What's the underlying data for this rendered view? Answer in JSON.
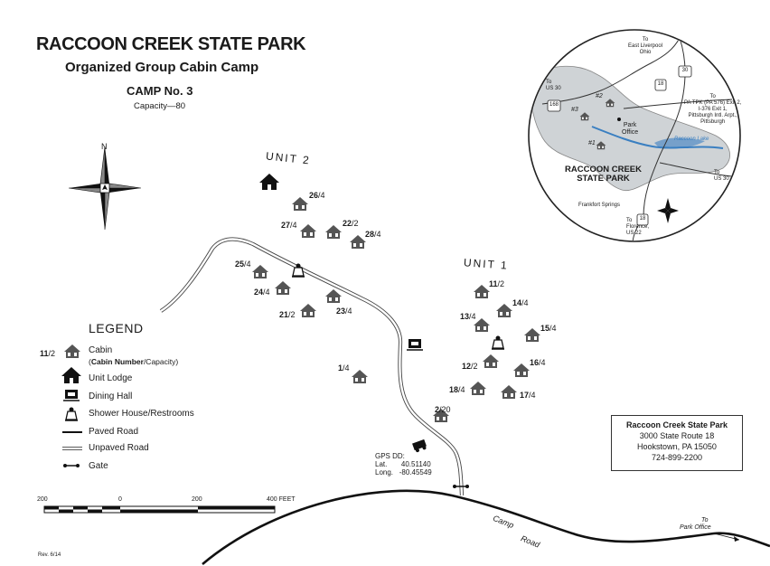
{
  "header": {
    "title": "RACCOON CREEK STATE PARK",
    "subtitle": "Organized Group Cabin Camp",
    "camp": "CAMP No. 3",
    "capacity": "Capacity—80"
  },
  "compass_north": "N",
  "units": {
    "unit2": "UNIT 2",
    "unit1": "UNIT 1"
  },
  "cabins": [
    {
      "num": "26",
      "cap": "4"
    },
    {
      "num": "27",
      "cap": "4"
    },
    {
      "num": "22",
      "cap": "2"
    },
    {
      "num": "28",
      "cap": "4"
    },
    {
      "num": "25",
      "cap": "4"
    },
    {
      "num": "24",
      "cap": "4"
    },
    {
      "num": "21",
      "cap": "2"
    },
    {
      "num": "23",
      "cap": "4"
    },
    {
      "num": "1",
      "cap": "4"
    },
    {
      "num": "11",
      "cap": "2"
    },
    {
      "num": "14",
      "cap": "4"
    },
    {
      "num": "13",
      "cap": "4"
    },
    {
      "num": "15",
      "cap": "4"
    },
    {
      "num": "12",
      "cap": "2"
    },
    {
      "num": "16",
      "cap": "4"
    },
    {
      "num": "18",
      "cap": "4"
    },
    {
      "num": "17",
      "cap": "4"
    },
    {
      "num": "2",
      "cap": "20"
    }
  ],
  "legend": {
    "title": "LEGEND",
    "example_num": "11",
    "example_cap": "2",
    "cabin": "Cabin",
    "cabin_note_bold": "Cabin Number",
    "cabin_note_rest": "/Capacity)",
    "lodge": "Unit Lodge",
    "dining": "Dining Hall",
    "shower": "Shower House/Restrooms",
    "paved": "Paved Road",
    "unpaved": "Unpaved Road",
    "gate": "Gate"
  },
  "gps": {
    "label": "GPS DD:",
    "lat_label": "Lat.",
    "lat": "40.51140",
    "long_label": "Long.",
    "long": "-80.45549"
  },
  "address": {
    "name": "Raccoon Creek State Park",
    "street": "3000 State Route 18",
    "city": "Hookstown, PA 15050",
    "phone": "724-899-2200"
  },
  "scale": {
    "t200a": "200",
    "t0": "0",
    "t200b": "200",
    "t400": "400 FEET"
  },
  "roads": {
    "camp": "Camp",
    "road": "Road",
    "to": "To",
    "park_office": "Park Office"
  },
  "revision": "Rev. 6/14",
  "inset": {
    "park_name_1": "RACCOON CREEK",
    "park_name_2": "STATE PARK",
    "park_office_1": "Park",
    "park_office_2": "Office",
    "lake": "Raccoon Lake",
    "frankfort": "Frankfort Springs",
    "to_east_liverpool": [
      "To",
      "East Liverpool",
      "Ohio"
    ],
    "to_us30_left": [
      "To",
      "US 30"
    ],
    "to_us30_right": [
      "To",
      "US 30"
    ],
    "to_patpk": [
      "To",
      "PA TPK (PA 576) Exit 2,",
      "I-376 Exit 1,",
      "Pittsburgh Intl. Arpt.,",
      "Pittsburgh"
    ],
    "to_florence": [
      "To",
      "Florence,",
      "US 22"
    ],
    "camps": [
      "#1",
      "#2",
      "#3"
    ],
    "routes": [
      "168",
      "30",
      "18",
      "18"
    ]
  },
  "colors": {
    "ink": "#1a1a1a",
    "park_fill": "#cfd3d6",
    "lake": "#3a7fc1",
    "road_grey": "#555555"
  }
}
